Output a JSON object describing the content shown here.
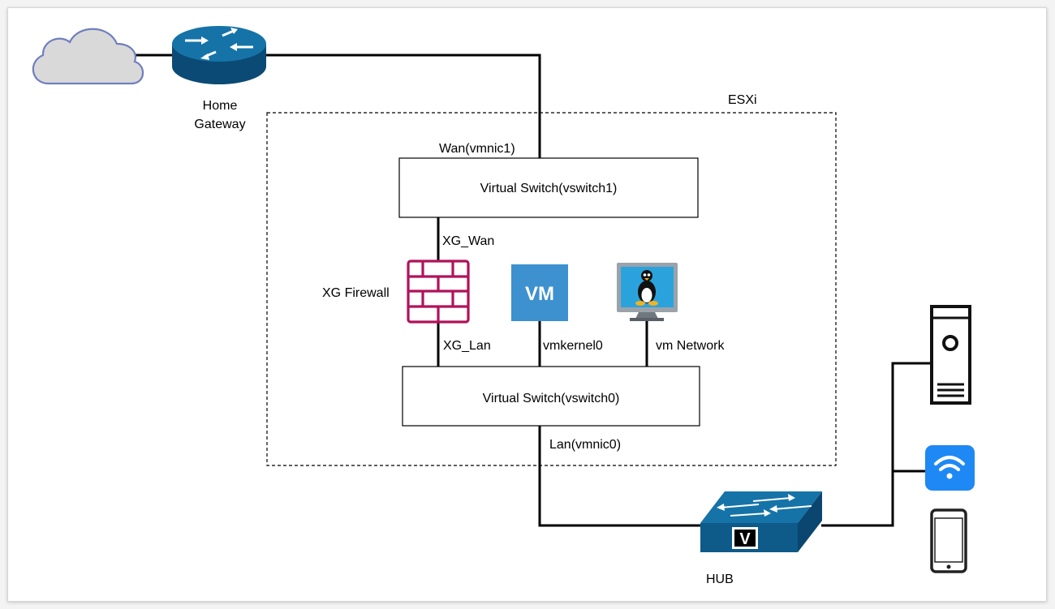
{
  "cloud": {
    "icon": "cloud-icon"
  },
  "home_gateway": {
    "line1": "Home",
    "line2": "Gateway",
    "icon": "router-icon",
    "color": "#105e8c"
  },
  "esxi": {
    "label": "ESXi"
  },
  "vswitch1": {
    "label": "Virtual Switch(vswitch1)",
    "uplink_label": "Wan(vmnic1)"
  },
  "vswitch0": {
    "label": "Virtual Switch(vswitch0)",
    "uplink_label": "Lan(vmnic0)"
  },
  "xg_firewall": {
    "label": "XG Firewall",
    "wan_label": "XG_Wan",
    "lan_label": "XG_Lan",
    "icon": "firewall-icon",
    "color": "#b0125b"
  },
  "vm_kernel": {
    "icon_text": "VM",
    "label": "vmkernel0",
    "icon": "vm-icon",
    "color": "#3d91cf"
  },
  "vm_network": {
    "label": "vm Network",
    "icon": "linux-monitor-icon"
  },
  "hub": {
    "label": "HUB",
    "badge": "V",
    "icon": "hub-switch-icon",
    "color": "#105e8c"
  },
  "devices": {
    "server": {
      "icon": "server-tower-icon"
    },
    "wifi": {
      "icon": "wifi-icon",
      "color": "#1e88f5"
    },
    "phone": {
      "icon": "smartphone-icon"
    }
  }
}
